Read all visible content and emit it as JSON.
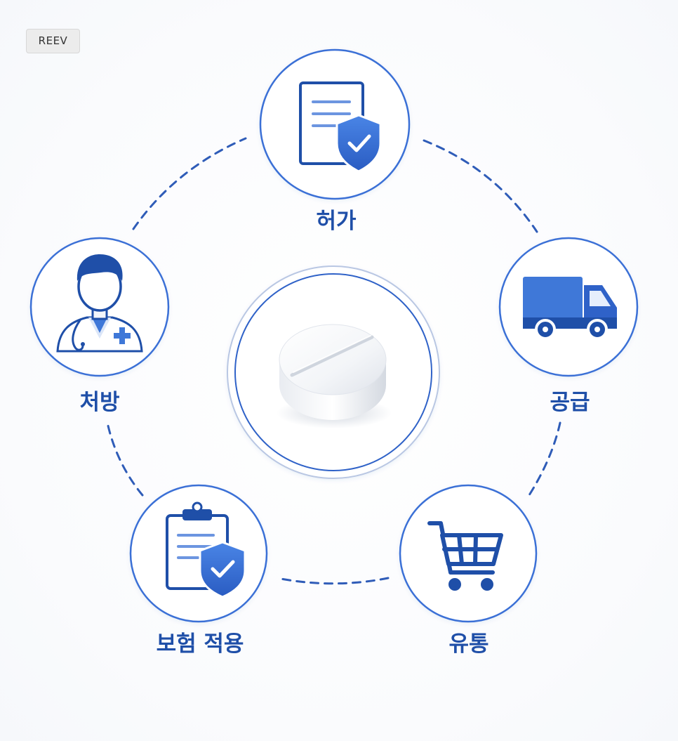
{
  "tag": {
    "label": "REEV"
  },
  "colors": {
    "primary": "#1f4fa8",
    "icon_blue": "#3a6fd0",
    "circle_stroke": "#3a70d6",
    "dash": "#2f5cb8",
    "background": "#ffffff"
  },
  "center": {
    "icon": "pill-icon"
  },
  "nodes": [
    {
      "id": "approval",
      "label": "허가",
      "icon": "document-shield-check-icon"
    },
    {
      "id": "supply",
      "label": "공급",
      "icon": "delivery-truck-icon"
    },
    {
      "id": "distribution",
      "label": "유통",
      "icon": "shopping-cart-icon"
    },
    {
      "id": "insurance",
      "label": "보험 적용",
      "icon": "clipboard-shield-check-icon"
    },
    {
      "id": "prescription",
      "label": "처방",
      "icon": "doctor-icon"
    }
  ]
}
